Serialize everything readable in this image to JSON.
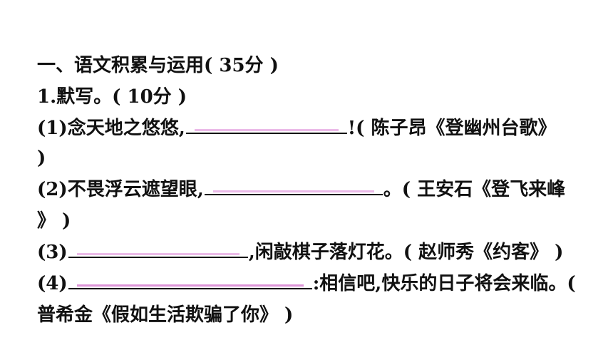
{
  "section": {
    "heading": "一、语文积累与运用( 35分 )"
  },
  "question1": {
    "title": "1.默写。( 10分 )",
    "item1": {
      "label": "(1)念天地之悠悠,",
      "after": "!( 陈子昂《登幽州台歌》",
      "wrap": ")"
    },
    "item2": {
      "label": "(2)不畏浮云遮望眼,",
      "after": "。( 王安石《登飞来峰",
      "wrap": "》 )"
    },
    "item3": {
      "label": "(3)",
      "after": ",闲敲棋子落灯花。( 赵师秀《约客》 )"
    },
    "item4": {
      "label": "(4)",
      "after": ":相信吧,快乐的日子将会来临。(",
      "wrap": "普希金《假如生活欺骗了你》 )"
    }
  },
  "colors": {
    "text": "#111111",
    "answer_ghost": "#e9b3e6"
  }
}
